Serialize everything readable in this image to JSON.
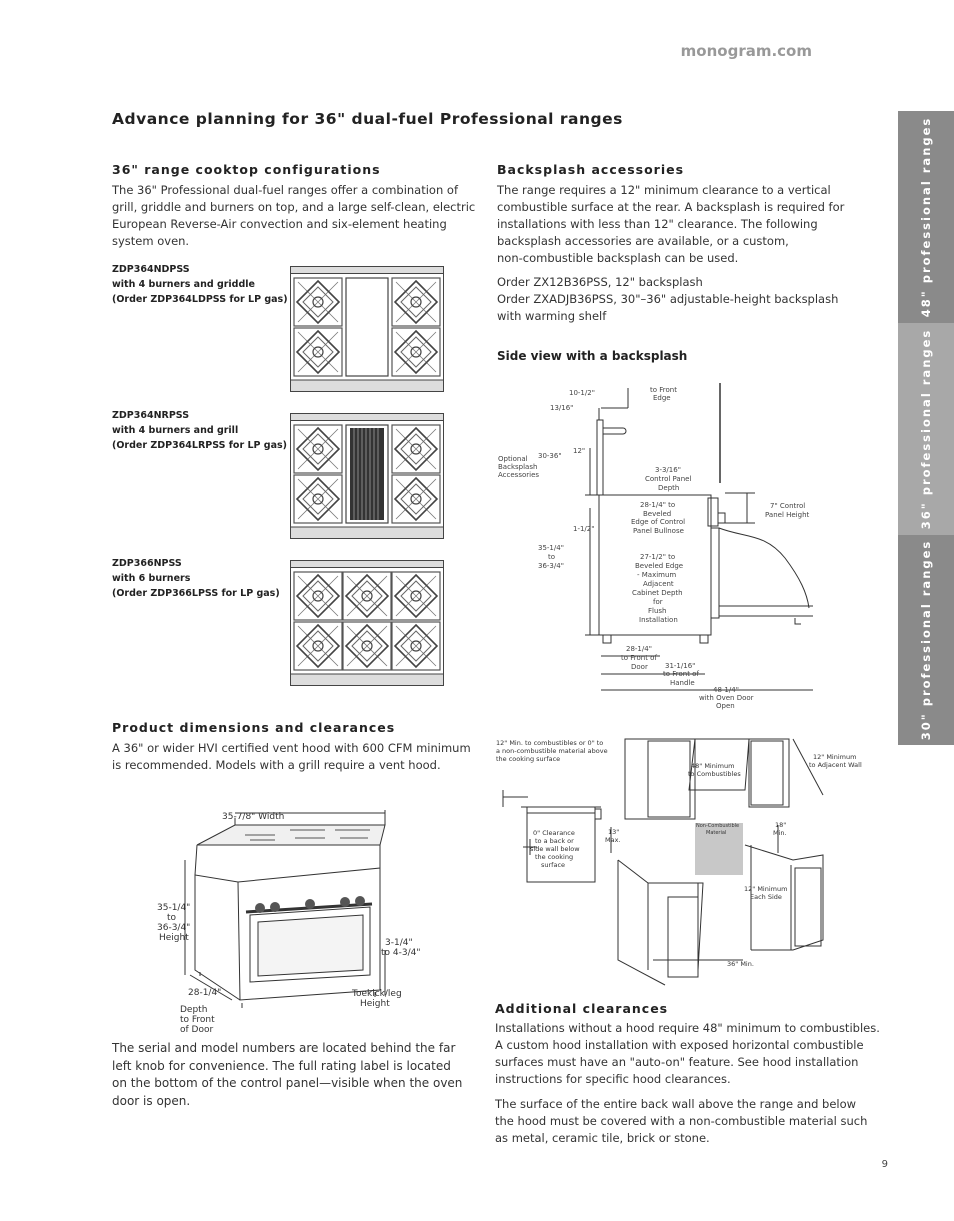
{
  "header": {
    "site": "monogram.com"
  },
  "page_title": "Advance planning for 36\" dual-fuel Professional ranges",
  "cooktop": {
    "heading": "36\" range cooktop configurations",
    "intro_lines": [
      "The 36\" Professional dual-fuel ranges offer a combination of",
      "grill, griddle and burners on top, and a large self-clean, electric",
      "European Reverse-Air convection and six-element heating",
      "system oven."
    ],
    "models": [
      {
        "model": "ZDP364NDPSS",
        "desc": "with 4 burners and griddle",
        "lp": "(Order ZDP364LDPSS for LP gas)"
      },
      {
        "model": "ZDP364NRPSS",
        "desc": "with 4 burners and grill",
        "lp": "(Order ZDP364LRPSS for LP gas)"
      },
      {
        "model": "ZDP366NPSS",
        "desc": "with 6 burners",
        "lp": "(Order ZDP366LPSS for LP gas)"
      }
    ]
  },
  "backsplash": {
    "heading": "Backsplash accessories",
    "para_lines": [
      "The range requires a 12\" minimum clearance to a vertical",
      "combustible surface at the rear. A backsplash is required for",
      "installations with less than 12\" clearance. The following",
      "backsplash accessories are available, or a custom,",
      "non-combustible backsplash can be used."
    ],
    "order_lines": [
      "Order ZX12B36PSS, 12\" backsplash",
      "Order ZXADJB36PSS, 30\"–36\" adjustable-height backsplash",
      "with warming shelf"
    ],
    "side_view_title": "Side view with a backsplash",
    "side_labels": {
      "a": "10-1/2\"",
      "b": "13/16\"",
      "c": "to Front",
      "d": "Edge",
      "e": "Optional",
      "f": "Backsplash",
      "g": "Accessories",
      "h": "30-36\"",
      "i": "12\"",
      "j": "3-3/16\"",
      "k": "Control Panel",
      "l": "Depth",
      "m": "7\" Control",
      "n": "Panel Height",
      "o": "28-1/4\" to",
      "p": "Beveled",
      "q": "Edge of Control",
      "r": "Panel Bullnose",
      "s": "1-1/2\"",
      "t": "35-1/4\"",
      "u": "to",
      "v": "36-3/4\"",
      "w": "27-1/2\" to",
      "x": "Beveled Edge",
      "y": "- Maximum",
      "z": "Adjacent",
      "aa": "Cabinet Depth",
      "ab": "for",
      "ac": "Flush",
      "ad": "Installation",
      "ae": "28-1/4\"",
      "af": "to Front of",
      "ag": "Door",
      "ah": "31-1/16\"",
      "ai": "to Front of",
      "aj": "Handle",
      "ak": "48-1/4\"",
      "al": "with Oven Door",
      "am": "Open"
    }
  },
  "product_dims": {
    "heading": "Product dimensions and clearances",
    "para_lines": [
      "A 36\" or wider HVI certified vent hood with 600 CFM minimum",
      "is recommended. Models with a grill require a vent hood."
    ],
    "labels": {
      "width": "35-7/8\" Width",
      "h1": "35-1/4\"",
      "h2": "to",
      "h3": "36-3/4\"",
      "h4": "Height",
      "k1": "3-1/4\"",
      "k2": "to 4-3/4\"",
      "d0": "28-1/4\"",
      "d1": "Depth",
      "d2": "to Front",
      "d3": "of Door",
      "t1": "Toekick/leg",
      "t2": "Height"
    },
    "serial_lines": [
      "The serial and model numbers are located behind the far",
      "left knob for convenience. The full rating label is located",
      "on the bottom of the control panel—visible when the oven",
      "door is open."
    ]
  },
  "clearance_diagram": {
    "l1": "12\" Min. to combustibles or 0\" to",
    "l2": "a non-combustible material above",
    "l3": "the cooking surface",
    "l4": "0\" Clearance",
    "l5": "to a back or",
    "l6": "side wall below",
    "l7": "the cooking",
    "l8": "surface",
    "l9": "48\" Minimum",
    "l10": "to Combustibles",
    "l11": "12\" Minimum",
    "l12": "to Adjacent Wall",
    "l13": "Non-Combustible",
    "l14": "Material",
    "l15": "13\"",
    "l16": "Max.",
    "l17": "18\"",
    "l18": "Min.",
    "l19": "12\" Minimum",
    "l20": "Each Side",
    "l21": "36\" Min."
  },
  "additional": {
    "heading": "Additional clearances",
    "p1_lines": [
      "Installations without a hood require 48\" minimum to combustibles.",
      "A custom hood installation with exposed horizontal combustible",
      "surfaces must have an \"auto-on\" feature. See hood installation",
      "instructions for specific hood clearances."
    ],
    "p2_lines": [
      "The surface of the entire back wall above the range and below",
      "the hood must be covered with a non-combustible material such",
      "as metal, ceramic tile, brick or stone."
    ]
  },
  "side_tabs": [
    {
      "label": "48\" professional ranges",
      "color": "#8a8a8a"
    },
    {
      "label": "36\" professional ranges",
      "color": "#a8a8a8"
    },
    {
      "label": "30\" professional ranges",
      "color": "#8a8a8a"
    }
  ],
  "page_number": "9"
}
